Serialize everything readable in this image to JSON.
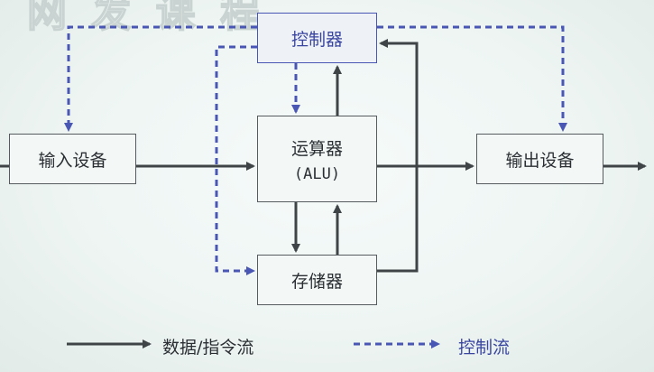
{
  "nodes": {
    "controller": "控制器",
    "alu_label": "运算器",
    "alu_sub": "(ALU)",
    "memory": "存储器",
    "input": "输入设备",
    "output": "输出设备"
  },
  "legend": {
    "data_flow": "数据/指令流",
    "control_flow": "控制流"
  },
  "colors": {
    "data_line": "#3f4447",
    "control_line": "#4a56b3"
  }
}
